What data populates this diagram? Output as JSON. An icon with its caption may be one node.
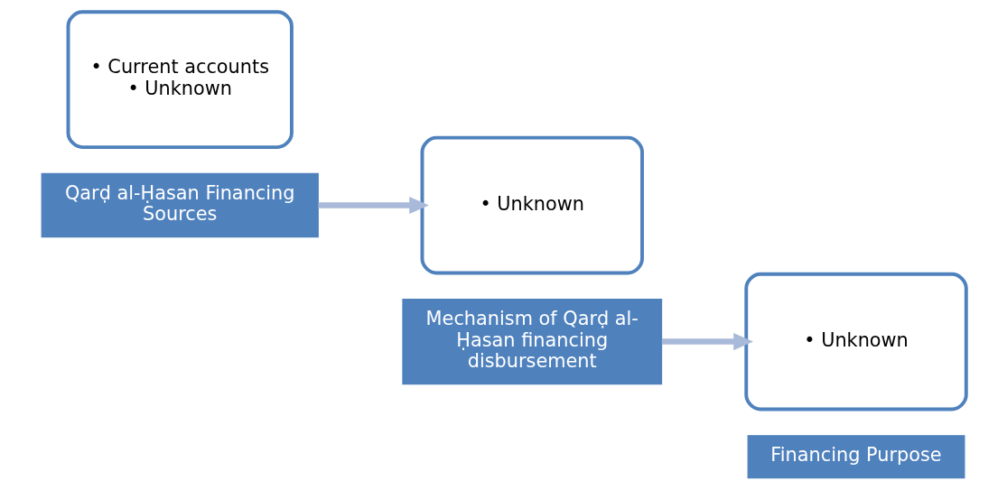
{
  "diagram": {
    "nodes": [
      {
        "text": [
          "• Current accounts",
          "• Unknown"
        ]
      },
      {
        "text": [
          "Qarḍ al-Ḥasan Financing Sources"
        ]
      },
      {
        "text": [
          "Mechanism of Qarḍ al-Ḥasan financing disbursement"
        ]
      },
      {
        "text": [
          "• Unknown"
        ]
      },
      {
        "text": [
          "• Unknown"
        ]
      },
      {
        "text": [
          "Financing Purpose"
        ]
      }
    ],
    "edges": [
      {
        "from": 1,
        "to": 3,
        "arrow": "to"
      },
      {
        "from": 2,
        "to": 4,
        "arrow": "to"
      }
    ]
  }
}
